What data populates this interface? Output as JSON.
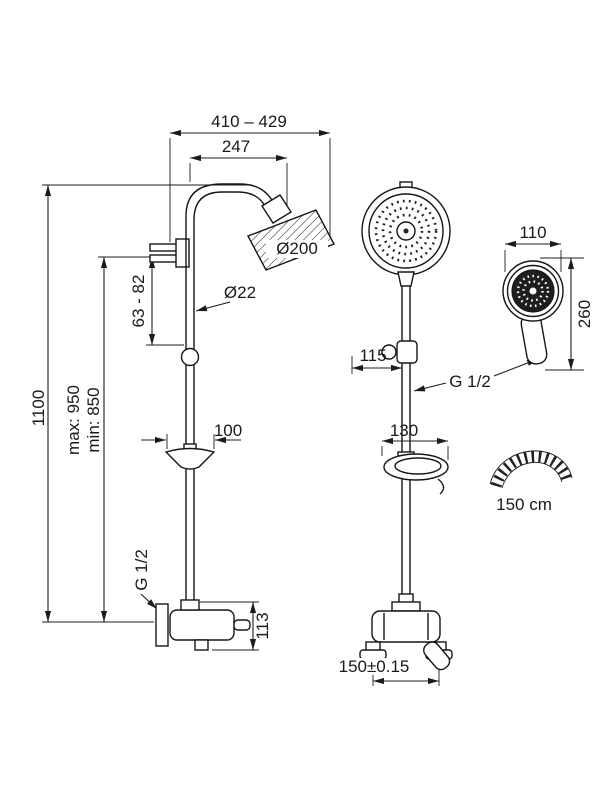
{
  "drawing": {
    "side_view": {
      "dims": {
        "total_width": "410 – 429",
        "head_reach": "247",
        "head_diameter": "Ø200",
        "pipe_diameter": "Ø22",
        "head_drop": "63 - 82",
        "total_height": "1100",
        "max_height": "max: 950",
        "min_height": "min: 850",
        "diverter_width": "100",
        "thread": "G 1/2",
        "mixer_height": "113"
      }
    },
    "front_view": {
      "dims": {
        "holder_offset": "115",
        "thread": "G 1/2",
        "soap_dish_width": "130",
        "connection_spacing": "150±0.15"
      }
    },
    "hand_shower": {
      "dims": {
        "head_width": "110",
        "length": "260",
        "hose_length": "150 cm"
      }
    }
  }
}
